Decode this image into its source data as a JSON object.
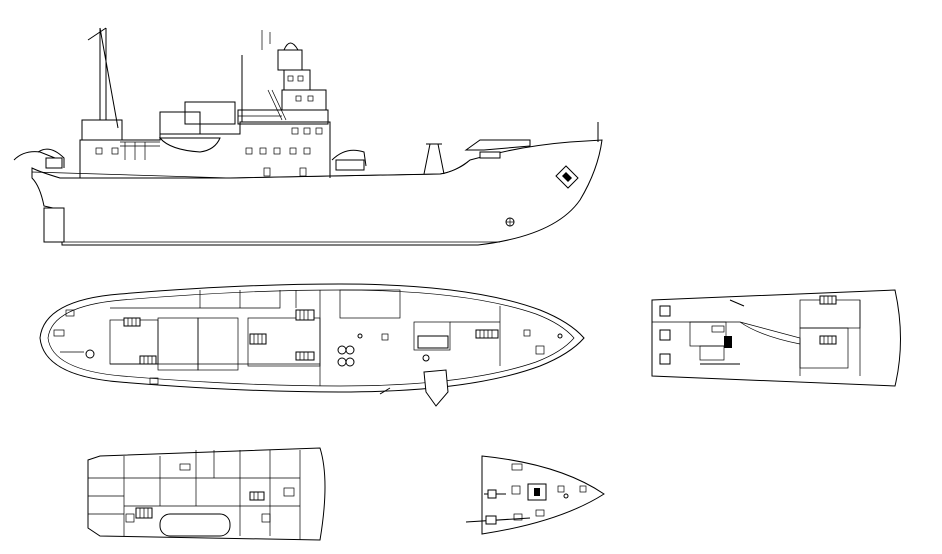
{
  "drawing": {
    "stroke_color": "#000000",
    "background_color": "#ffffff",
    "views": [
      {
        "id": "side-elevation",
        "kind": "profile"
      },
      {
        "id": "main-deck-plan",
        "kind": "plan"
      },
      {
        "id": "bridge-deck-plan",
        "kind": "plan"
      },
      {
        "id": "lower-deck-plan",
        "kind": "plan"
      },
      {
        "id": "forecastle-plan",
        "kind": "plan"
      }
    ]
  }
}
